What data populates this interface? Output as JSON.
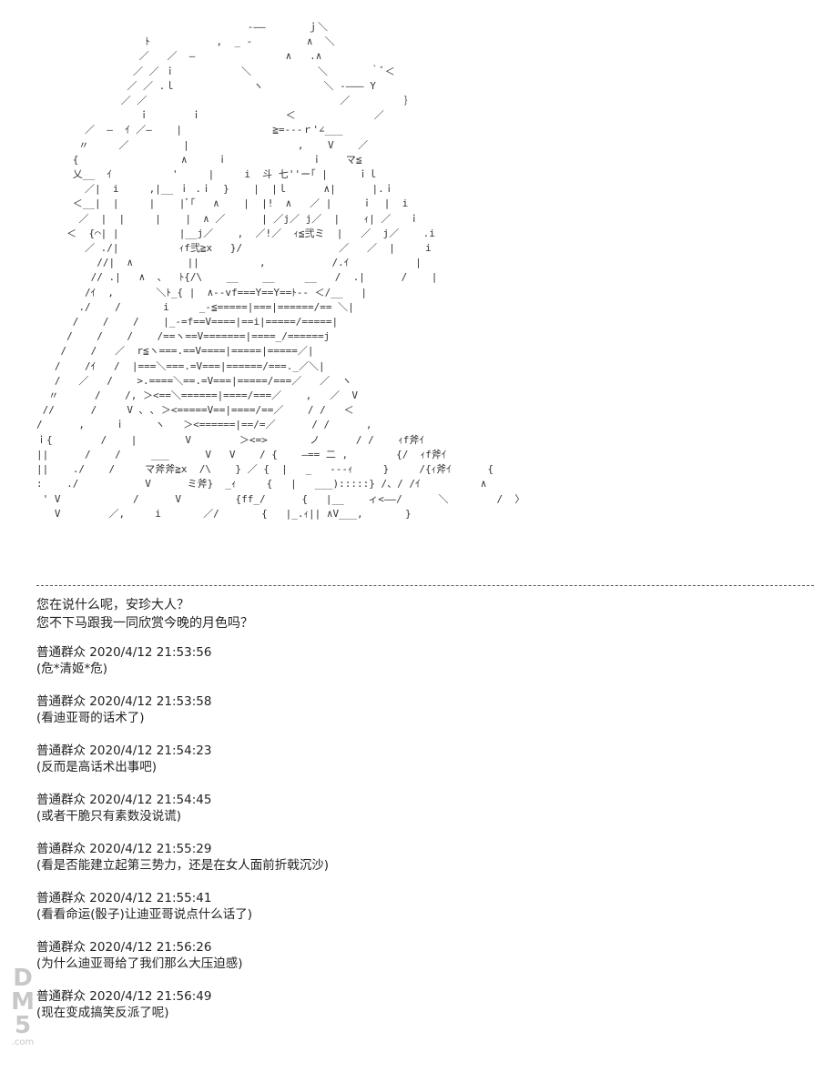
{
  "dialogue": [
    "您在说什么呢，安珍大人？",
    "您不下马跟我一同欣赏今晚的月色吗？"
  ],
  "comments": [
    {
      "user": "普通群众",
      "time": "2020/4/12 21:53:56",
      "text": "(危*清姬*危)"
    },
    {
      "user": "普通群众",
      "time": "2020/4/12 21:53:58",
      "text": "(看迪亚哥的话术了)"
    },
    {
      "user": "普通群众",
      "time": "2020/4/12 21:54:23",
      "text": "(反而是高话术出事吧)"
    },
    {
      "user": "普通群众",
      "time": "2020/4/12 21:54:45",
      "text": "(或者干脆只有素数没说谎)"
    },
    {
      "user": "普通群众",
      "time": "2020/4/12 21:55:29",
      "text": "(看是否能建立起第三势力，还是在女人面前折戟沉沙)"
    },
    {
      "user": "普通群众",
      "time": "2020/4/12 21:55:41",
      "text": "(看看命运(骰子)让迪亚哥说点什么话了)"
    },
    {
      "user": "普通群众",
      "time": "2020/4/12 21:56:26",
      "text": "(为什么迪亚哥给了我们那么大压迫感)"
    },
    {
      "user": "普通群众",
      "time": "2020/4/12 21:56:49",
      "text": "(现在变成搞笑反派了呢)"
    }
  ],
  "watermark": {
    "letters": [
      "D",
      "M",
      "5"
    ],
    "suffix": ".com"
  },
  "ascii_art": "                                   -――       ｊ＼\n                  ﾄ           ,  _ -         ∧  ＼\n                 ／   ／  ―               ∧   .∧\n                ／ ／ ｉ           ＼           ＼       ｀ﾞ＜\n               ／ ／ .ｌ             ヽ          ＼ -――― Y\n              ／ ／                                ／         ｝\n                 ｉ       ｉ              ＜             ／\n        ／  ―  ｲ ／―    |               ≧=---ｒ'∠___\n       〃     ／         |                  ,    V    ／\n      {                 ∧     ｉ              ｉ    マ≦\n      乂__  ｲ          '     |     i  斗 七''ー｢ |     ｉｌ\n        ／|  i     ,|__ ｉ .ｉ  }    |  |ｌ      ∧|      |.ｉ\n      ＜__|  |     |    |ﾞ｢   ∧    |  |!  ∧   ／ |     ｉ  |  i\n       ／  |  |     |    |  ∧ ／      | ／j／ j／  |    ｨ| ／   ｉ\n     ＜  {⌒| |          |__j／    ,  ／!／  ｨ≦弐ミ  |   ／  j／    .i\n        ／ ./|          ｨf弐≧x   }/                ／   ／  |     i\n          //|  ∧         ||          ,           /.ｲ           |\n         // .|   ∧  、  ﾄ{/\\    __    __     __   /  .|      /    |\n        /ｲ  ,       ＼ﾄ_{ |  ∧--vf===Y==Y==ﾄ-- ＜/__   |\n       ./    /       i     _-≦=====|===|======/== ＼|\n      /    /    /    |_-=f==V====|==i|=====/=====|\n     /    /    /    /==ヽ==V=======|====_/======j\n    /    /   ／  r≦ヽ===.==V====|=====|=====／|\n   /    /ｲ   /  |===＼===.=V===|======/===._／＼|\n   /   ／   /    >.====＼==.=V===|=====/===／   ／  ヽ\n  〃      /    /, ＞<==＼======|====/===／    ,   ／  V\n //      /     V ､ ､ ＞<=====V==|====/==／    / /   ＜\n/      ,     ｉ     ヽ   ＞<======|==/=／      / /      ,\nｉ{        /    |        V        ＞<=>       ノ      / /    ｨf斧ｲ\n||      /    /     ___      V   V    / {    ―== 二 ,        {/  ｨf斧ｲ\n||    ./    /     マ斧斧≧x  /\\    } ／ {  |   _   ---ｨ     }     /{ｨ斧ｲ      {\n:    ./           V      ミ斧}  _ｨ     {   |   ___):::::} /、/ /ｲ          ∧\n ' V            /      V         {ff_/      {   |__    ィ<――/      ＼        /  〉\n   V        ／,     i       ／/       {   |_.ｨ|| ∧V___,       }"
}
